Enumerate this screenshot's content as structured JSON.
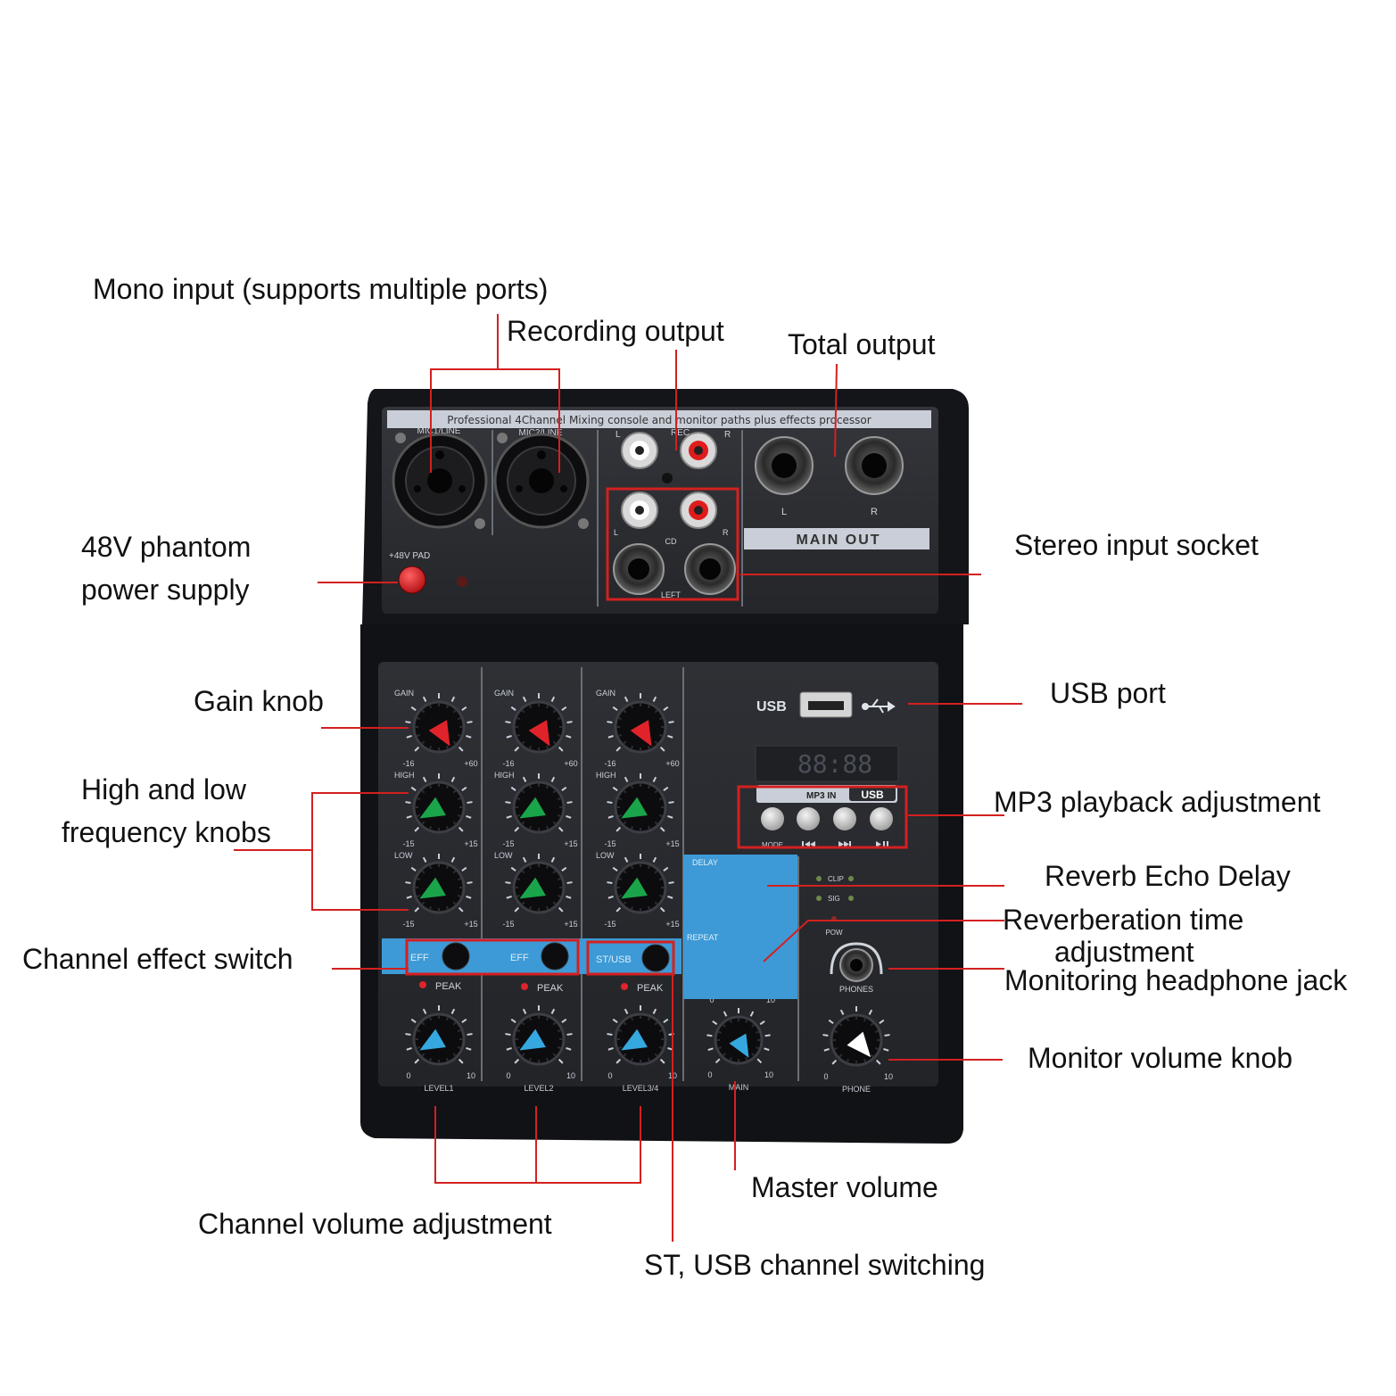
{
  "callouts": {
    "mono_input": "Mono input (supports multiple ports)",
    "recording_output": "Recording output",
    "total_output": "Total output",
    "phantom_line1": "48V phantom",
    "phantom_line2": "power supply",
    "stereo_input": "Stereo input socket",
    "gain_knob": "Gain knob",
    "usb_port": "USB port",
    "eq_line1": "High and low",
    "eq_line2": "frequency knobs",
    "mp3_playback": "MP3 playback adjustment",
    "reverb_delay": "Reverb Echo Delay",
    "reverb_time_line1": "Reverberation time",
    "reverb_time_line2": "adjustment",
    "channel_effect": "Channel effect switch",
    "headphone_jack": "Monitoring headphone jack",
    "monitor_volume": "Monitor volume knob",
    "master_volume": "Master volume",
    "channel_volume": "Channel volume adjustment",
    "st_usb": "ST, USB channel switching"
  },
  "device": {
    "banner": "Professional 4Channel Mixing console and monitor paths plus effects processor",
    "mic1": "MIC1/LINE",
    "mic2": "MIC2/LINE",
    "phantom_btn": "+48V PAD",
    "rec": "REC",
    "cd": "CD",
    "left": "LEFT",
    "l": "L",
    "r": "R",
    "main_out": "MAIN OUT",
    "gain": "GAIN",
    "high": "HIGH",
    "low": "LOW",
    "gain_min": "-16",
    "gain_max": "+60",
    "eq_min": "-15",
    "eq_max": "+15",
    "eff": "EFF",
    "st_usb_label": "ST/USB",
    "peak": "PEAK",
    "level1": "LEVEL1",
    "level2": "LEVEL2",
    "level34": "LEVEL3/4",
    "zero": "0",
    "ten": "10",
    "usb_label": "USB",
    "display": "88:88",
    "mp3in": "MP3 IN",
    "usb_badge": "USB",
    "mode": "MODE",
    "delay": "DELAY",
    "repeat": "REPEAT",
    "clip": "CLIP",
    "sig": "SIG",
    "pow": "POW",
    "phones": "PHONES",
    "phone": "PHONE",
    "main": "MAIN"
  },
  "colors": {
    "callout_line": "#d42020",
    "panel": "#2b2d31",
    "panel_dark": "#17181b",
    "fx_blue": "#3d9ad6",
    "gain_pointer": "#e0232a",
    "eq_pointer": "#1aa54a",
    "level_pointer": "#35a8e0",
    "fx_pointer": "#f2d22a",
    "monitor_pointer": "#ffffff"
  }
}
